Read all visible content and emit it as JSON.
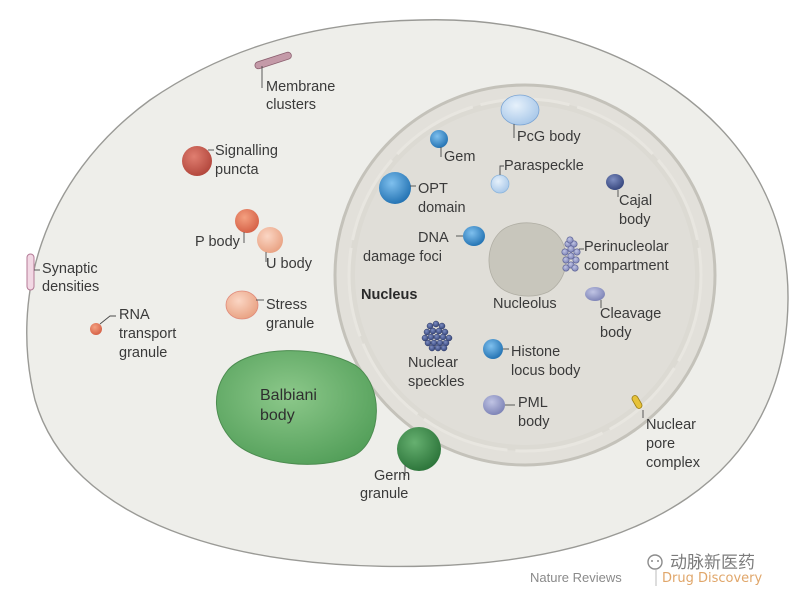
{
  "diagram": {
    "labels": {
      "membrane_clusters": [
        "Membrane",
        "clusters"
      ],
      "signalling_puncta": [
        "Signalling",
        "puncta"
      ],
      "p_body": "P body",
      "u_body": "U body",
      "synaptic_densities": [
        "Synaptic",
        "densities"
      ],
      "stress_granule": [
        "Stress",
        "granule"
      ],
      "rna_transport_granule": [
        "RNA",
        "transport",
        "granule"
      ],
      "balbiani_body": [
        "Balbiani",
        "body"
      ],
      "germ_granule": [
        "Germ",
        "granule"
      ],
      "nucleus": "Nucleus",
      "pcg_body": "PcG body",
      "gem": "Gem",
      "paraspeckle": "Paraspeckle",
      "opt_domain": [
        "OPT",
        "domain"
      ],
      "cajal_body": [
        "Cajal",
        "body"
      ],
      "dna_damage_foci": [
        "DNA",
        "damage foci"
      ],
      "perinucleolar_compartment": [
        "Perinucleolar",
        "compartment"
      ],
      "nucleolus": "Nucleolus",
      "cleavage_body": [
        "Cleavage",
        "body"
      ],
      "nuclear_speckles": [
        "Nuclear",
        "speckles"
      ],
      "histone_locus_body": [
        "Histone",
        "locus body"
      ],
      "pml_body": [
        "PML",
        "body"
      ],
      "nuclear_pore_complex": [
        "Nuclear",
        "pore",
        "complex"
      ]
    },
    "colors": {
      "cell_fill": "#eeeeea",
      "nucleus_fill": "#dedcd6",
      "nucleolus_fill": "#c8c6bc",
      "red": "#c8564a",
      "orange": "#e0745a",
      "peach": "#f0b49a",
      "green_light": "#6cb36e",
      "green_dark": "#3c8a48",
      "blue": "#2e86c8",
      "blue_light": "#b8d4ee",
      "violet": "#8a8ec0",
      "navy_dots": "#4a5a8a",
      "yellow": "#e0b830"
    }
  },
  "footer": {
    "source_part1": "Nature Reviews",
    "source_part2": "Drug Discovery",
    "watermark": "动脉新医药"
  }
}
